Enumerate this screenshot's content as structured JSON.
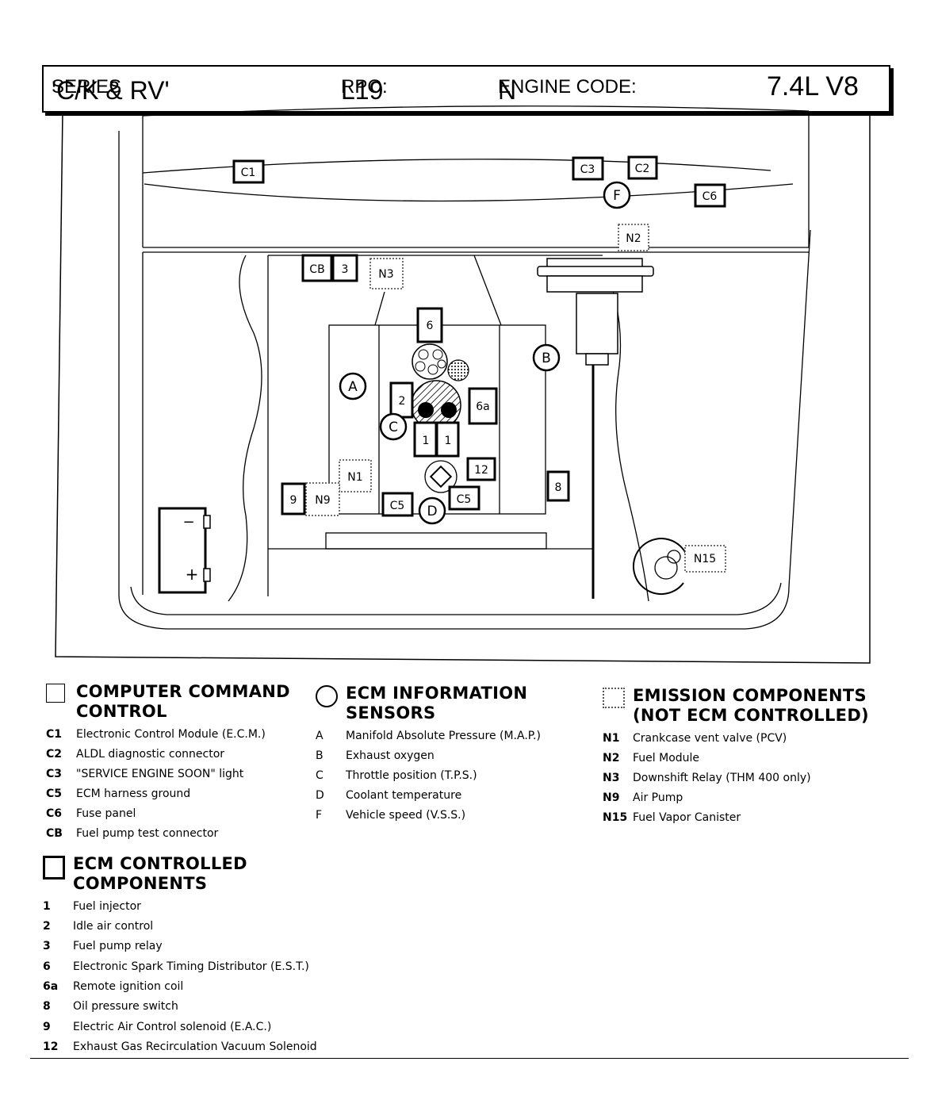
{
  "header": {
    "series_main": "'C/K & RV'",
    "series_suffix": "SERIES",
    "rpo_label": "RPO:",
    "rpo_value": "L19",
    "code_label": "ENGINE CODE:",
    "code_value": "N",
    "engine": "7.4L  V8"
  },
  "diagram": {
    "labels": {
      "C1": "C1",
      "C2": "C2",
      "C3": "C3",
      "C6": "C6",
      "CB": "CB",
      "relay3": "3",
      "N2": "N2",
      "N3": "N3",
      "N1": "N1",
      "N9": "N9",
      "N15": "N15",
      "dist6": "6",
      "iac2": "2",
      "coil6a": "6a",
      "inj1a": "1",
      "inj1b": "1",
      "egr12": "12",
      "ops8": "8",
      "eac9": "9",
      "c5a": "C5",
      "c5b": "C5",
      "A": "A",
      "B": "B",
      "C": "C",
      "D": "D",
      "F": "F",
      "batt_minus": "−",
      "batt_plus": "+"
    }
  },
  "legend": {
    "ccc": {
      "title_line1": "COMPUTER COMMAND",
      "title_line2": "CONTROL",
      "items": [
        {
          "code": "C1",
          "text": "Electronic Control Module (E.C.M.)"
        },
        {
          "code": "C2",
          "text": "ALDL diagnostic connector"
        },
        {
          "code": "C3",
          "text": "\"SERVICE ENGINE SOON\" light"
        },
        {
          "code": "C5",
          "text": "ECM harness ground"
        },
        {
          "code": "C6",
          "text": "Fuse panel"
        },
        {
          "code": "CB",
          "text": "Fuel pump test connector"
        }
      ]
    },
    "sensors": {
      "title_line1": "ECM INFORMATION",
      "title_line2": "SENSORS",
      "items": [
        {
          "code": "A",
          "text": "Manifold Absolute Pressure (M.A.P.)"
        },
        {
          "code": "B",
          "text": "Exhaust oxygen"
        },
        {
          "code": "C",
          "text": "Throttle position (T.P.S.)"
        },
        {
          "code": "D",
          "text": "Coolant temperature"
        },
        {
          "code": "F",
          "text": "Vehicle speed (V.S.S.)"
        }
      ]
    },
    "emission": {
      "title_line1": "EMISSION COMPONENTS",
      "title_line2": "(NOT ECM CONTROLLED)",
      "items": [
        {
          "code": "N1",
          "text": "Crankcase vent valve (PCV)"
        },
        {
          "code": "N2",
          "text": "Fuel Module"
        },
        {
          "code": "N3",
          "text": "Downshift Relay (THM 400 only)"
        },
        {
          "code": "N9",
          "text": "Air Pump"
        },
        {
          "code": "N15",
          "text": "Fuel Vapor Canister"
        }
      ]
    },
    "controlled": {
      "title_line1": "ECM CONTROLLED",
      "title_line2": "COMPONENTS",
      "items": [
        {
          "code": "1",
          "text": "Fuel injector"
        },
        {
          "code": "2",
          "text": "Idle air control"
        },
        {
          "code": "3",
          "text": "Fuel pump relay"
        },
        {
          "code": "6",
          "text": "Electronic Spark Timing Distributor (E.S.T.)"
        },
        {
          "code": "6a",
          "text": "Remote ignition coil"
        },
        {
          "code": "8",
          "text": "Oil pressure switch"
        },
        {
          "code": "9",
          "text": "Electric Air Control solenoid (E.A.C.)"
        },
        {
          "code": "12",
          "text": "Exhaust Gas Recirculation Vacuum Solenoid"
        }
      ]
    }
  }
}
